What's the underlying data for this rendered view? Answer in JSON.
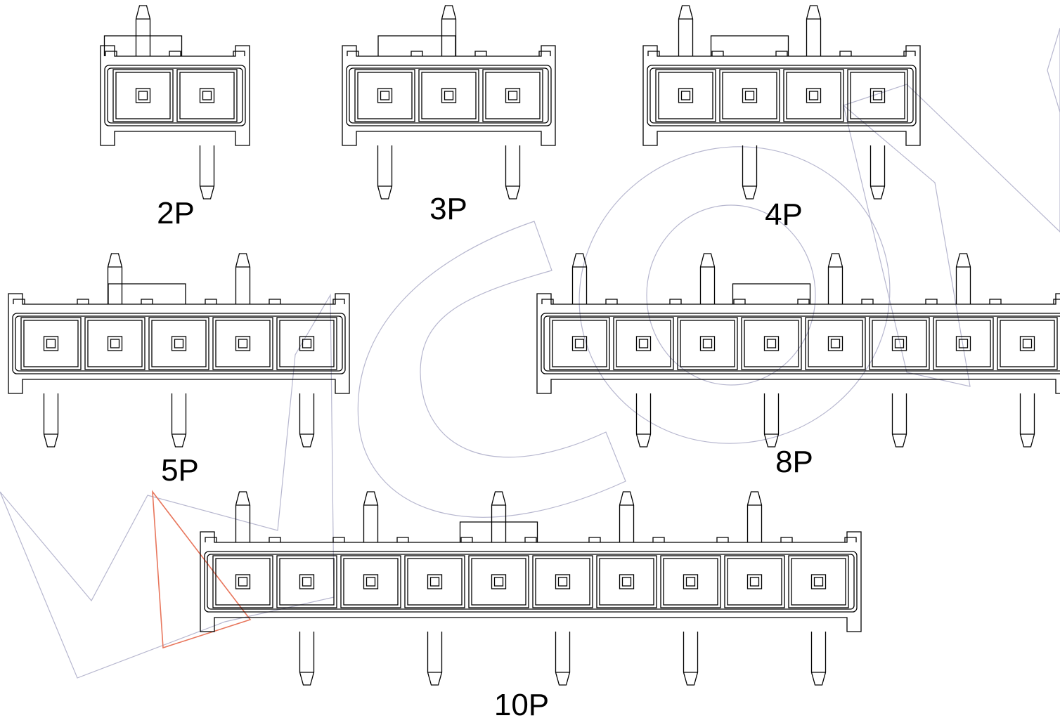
{
  "drawing": {
    "connectors": [
      {
        "id": "2p",
        "label": "2P",
        "pins": 2,
        "top_pin_slots": [
          0
        ],
        "bottom_pin_slots": [
          1
        ],
        "latch_slot": 0.5
      },
      {
        "id": "3p",
        "label": "3P",
        "pins": 3,
        "top_pin_slots": [
          1
        ],
        "bottom_pin_slots": [
          0,
          2
        ],
        "latch_slot": 1
      },
      {
        "id": "4p",
        "label": "4P",
        "pins": 4,
        "top_pin_slots": [
          0,
          2
        ],
        "bottom_pin_slots": [
          1,
          3
        ],
        "latch_slot": 1.5
      },
      {
        "id": "5p",
        "label": "5P",
        "pins": 5,
        "top_pin_slots": [
          1,
          3
        ],
        "bottom_pin_slots": [
          0,
          2,
          4
        ],
        "latch_slot": 2
      },
      {
        "id": "8p",
        "label": "8P",
        "pins": 8,
        "top_pin_slots": [
          0,
          2,
          4,
          6
        ],
        "bottom_pin_slots": [
          1,
          3,
          5,
          7
        ],
        "latch_slot": 3.5
      },
      {
        "id": "10p",
        "label": "10P",
        "pins": 10,
        "top_pin_slots": [
          0,
          2,
          4,
          6,
          8
        ],
        "bottom_pin_slots": [
          1,
          3,
          5,
          7,
          9
        ],
        "latch_slot": 4.5
      }
    ],
    "colors": {
      "line": "#000000",
      "watermark": "#b7b7cf",
      "highlight": "#e8765c",
      "background": "#ffffff"
    }
  }
}
